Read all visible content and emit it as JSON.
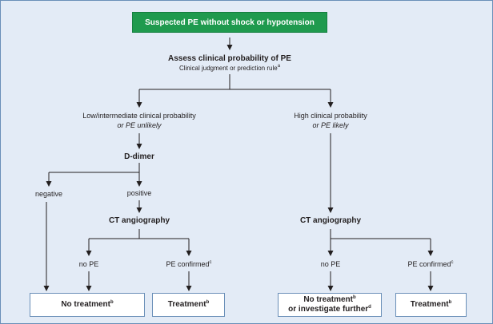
{
  "start": "Suspected PE without shock or hypotension",
  "assess": {
    "title": "Assess clinical probability of PE",
    "sub": "Clinical judgment or prediction rule",
    "sub_sup": "a"
  },
  "left": {
    "prob_line1": "Low/intermediate clinical probability",
    "prob_line2": "or PE unlikely",
    "test": "D-dimer",
    "negative": "negative",
    "positive": "positive",
    "ct": "CT angiography",
    "no_pe": "no PE",
    "pe_confirmed": "PE confirmed",
    "pe_confirmed_sup": "c",
    "out_no_treatment": "No treatment",
    "out_no_treatment_sup": "b",
    "out_treatment": "Treatment",
    "out_treatment_sup": "b"
  },
  "right": {
    "prob_line1": "High clinical probability",
    "prob_line2": "or PE likely",
    "ct": "CT angiography",
    "no_pe": "no PE",
    "pe_confirmed": "PE confirmed",
    "pe_confirmed_sup": "c",
    "out_no_treatment_line1": "No treatment",
    "out_no_treatment_sup": "b",
    "out_no_treatment_line2": "or investigate further",
    "out_no_treatment_line2_sup": "d",
    "out_treatment": "Treatment",
    "out_treatment_sup": "b"
  },
  "colors": {
    "background": "#e3ebf6",
    "start_box": "#1f9a4e",
    "box_border": "#6a8fb8",
    "lines": "#231f20"
  }
}
